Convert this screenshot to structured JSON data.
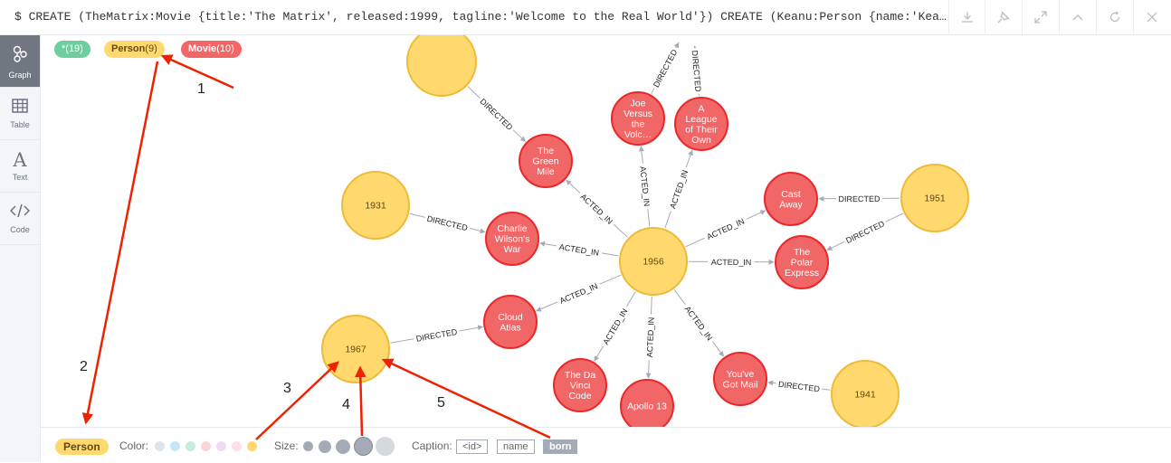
{
  "query": "$ CREATE (TheMatrix:Movie {title:'The Matrix', released:1999, tagline:'Welcome to the Real World'}) CREATE (Keanu:Person {name:'Kea…",
  "toolbar": [
    "download-icon",
    "pin-icon",
    "expand-icon",
    "collapse-icon",
    "rerun-icon",
    "close-icon"
  ],
  "sidebar": [
    {
      "label": "Graph",
      "icon": "graph-icon"
    },
    {
      "label": "Table",
      "icon": "table-icon"
    },
    {
      "label": "Text",
      "icon": "text-icon"
    },
    {
      "label": "Code",
      "icon": "code-icon"
    }
  ],
  "labels": [
    {
      "name": "*",
      "count": "(19)"
    },
    {
      "name": "Person",
      "count": "(9)"
    },
    {
      "name": "Movie",
      "count": "(10)"
    }
  ],
  "nodes": [
    {
      "id": "p_top",
      "label": "Person",
      "caption": ""
    },
    {
      "id": "p1931",
      "label": "Person",
      "caption": "1931"
    },
    {
      "id": "p1956",
      "label": "Person",
      "caption": "1956"
    },
    {
      "id": "p1951",
      "label": "Person",
      "caption": "1951"
    },
    {
      "id": "p1967",
      "label": "Person",
      "caption": "1967"
    },
    {
      "id": "p1941",
      "label": "Person",
      "caption": "1941"
    },
    {
      "id": "m_green",
      "label": "Movie",
      "caption": [
        "The",
        "Green",
        "Mile"
      ]
    },
    {
      "id": "m_joe",
      "label": "Movie",
      "caption": [
        "Joe",
        "Versus",
        "the",
        "Volc…"
      ]
    },
    {
      "id": "m_league",
      "label": "Movie",
      "caption": [
        "A",
        "League",
        "of Their",
        "Own"
      ]
    },
    {
      "id": "m_cast",
      "label": "Movie",
      "caption": [
        "Cast",
        "Away"
      ]
    },
    {
      "id": "m_polar",
      "label": "Movie",
      "caption": [
        "The",
        "Polar",
        "Express"
      ]
    },
    {
      "id": "m_charlie",
      "label": "Movie",
      "caption": [
        "Charlie",
        "Wilson's",
        "War"
      ]
    },
    {
      "id": "m_cloud",
      "label": "Movie",
      "caption": [
        "Cloud",
        "Atlas"
      ]
    },
    {
      "id": "m_davinci",
      "label": "Movie",
      "caption": [
        "The Da",
        "Vinci",
        "Code"
      ]
    },
    {
      "id": "m_apollo",
      "label": "Movie",
      "caption": [
        "Apollo 13"
      ]
    },
    {
      "id": "m_mail",
      "label": "Movie",
      "caption": [
        "You've",
        "Got Mail"
      ]
    }
  ],
  "relationships": [
    {
      "from": "p_top",
      "to": "m_green",
      "type": "DIRECTED"
    },
    {
      "from": "p1956",
      "to": "m_green",
      "type": "ACTED_IN"
    },
    {
      "from": "p1956",
      "to": "m_joe",
      "type": "ACTED_IN"
    },
    {
      "from": "p1956",
      "to": "m_league",
      "type": "ACTED_IN"
    },
    {
      "from": "p1956",
      "to": "m_cast",
      "type": "ACTED_IN"
    },
    {
      "from": "p1956",
      "to": "m_polar",
      "type": "ACTED_IN"
    },
    {
      "from": "p1956",
      "to": "m_charlie",
      "type": "ACTED_IN"
    },
    {
      "from": "p1956",
      "to": "m_cloud",
      "type": "ACTED_IN"
    },
    {
      "from": "p1956",
      "to": "m_davinci",
      "type": "ACTED_IN"
    },
    {
      "from": "p1956",
      "to": "m_apollo",
      "type": "ACTED_IN"
    },
    {
      "from": "p1956",
      "to": "m_mail",
      "type": "ACTED_IN"
    },
    {
      "from": "p1931",
      "to": "m_charlie",
      "type": "DIRECTED"
    },
    {
      "from": "p1951",
      "to": "m_cast",
      "type": "DIRECTED"
    },
    {
      "from": "p1951",
      "to": "m_polar",
      "type": "DIRECTED"
    },
    {
      "from": "p1967",
      "to": "m_cloud",
      "type": "DIRECTED"
    },
    {
      "from": "p1941",
      "to": "m_mail",
      "type": "DIRECTED"
    },
    {
      "from": "m_joe",
      "to": "p_off",
      "type": "DIRECTED"
    },
    {
      "from": "m_league",
      "to": "p_off",
      "type": "DIRECTED"
    }
  ],
  "annotations": [
    "1",
    "2",
    "3",
    "4",
    "5"
  ],
  "footer": {
    "label": "Person",
    "color_label": "Color:",
    "colors": [
      "#dde4ec",
      "#c5e6f9",
      "#c4ecdf",
      "#fcd6d6",
      "#f2dbf7",
      "#fde0e5",
      "#ffd86e"
    ],
    "size_label": "Size:",
    "caption_label": "Caption:",
    "captions": [
      "<id>",
      "name",
      "born"
    ],
    "selected_caption": "born"
  },
  "colors": {
    "person": "#ffd86e",
    "person_stroke": "#edba39",
    "movie": "#f16667",
    "movie_stroke": "#eb2728",
    "annotation": "#ee2200"
  }
}
